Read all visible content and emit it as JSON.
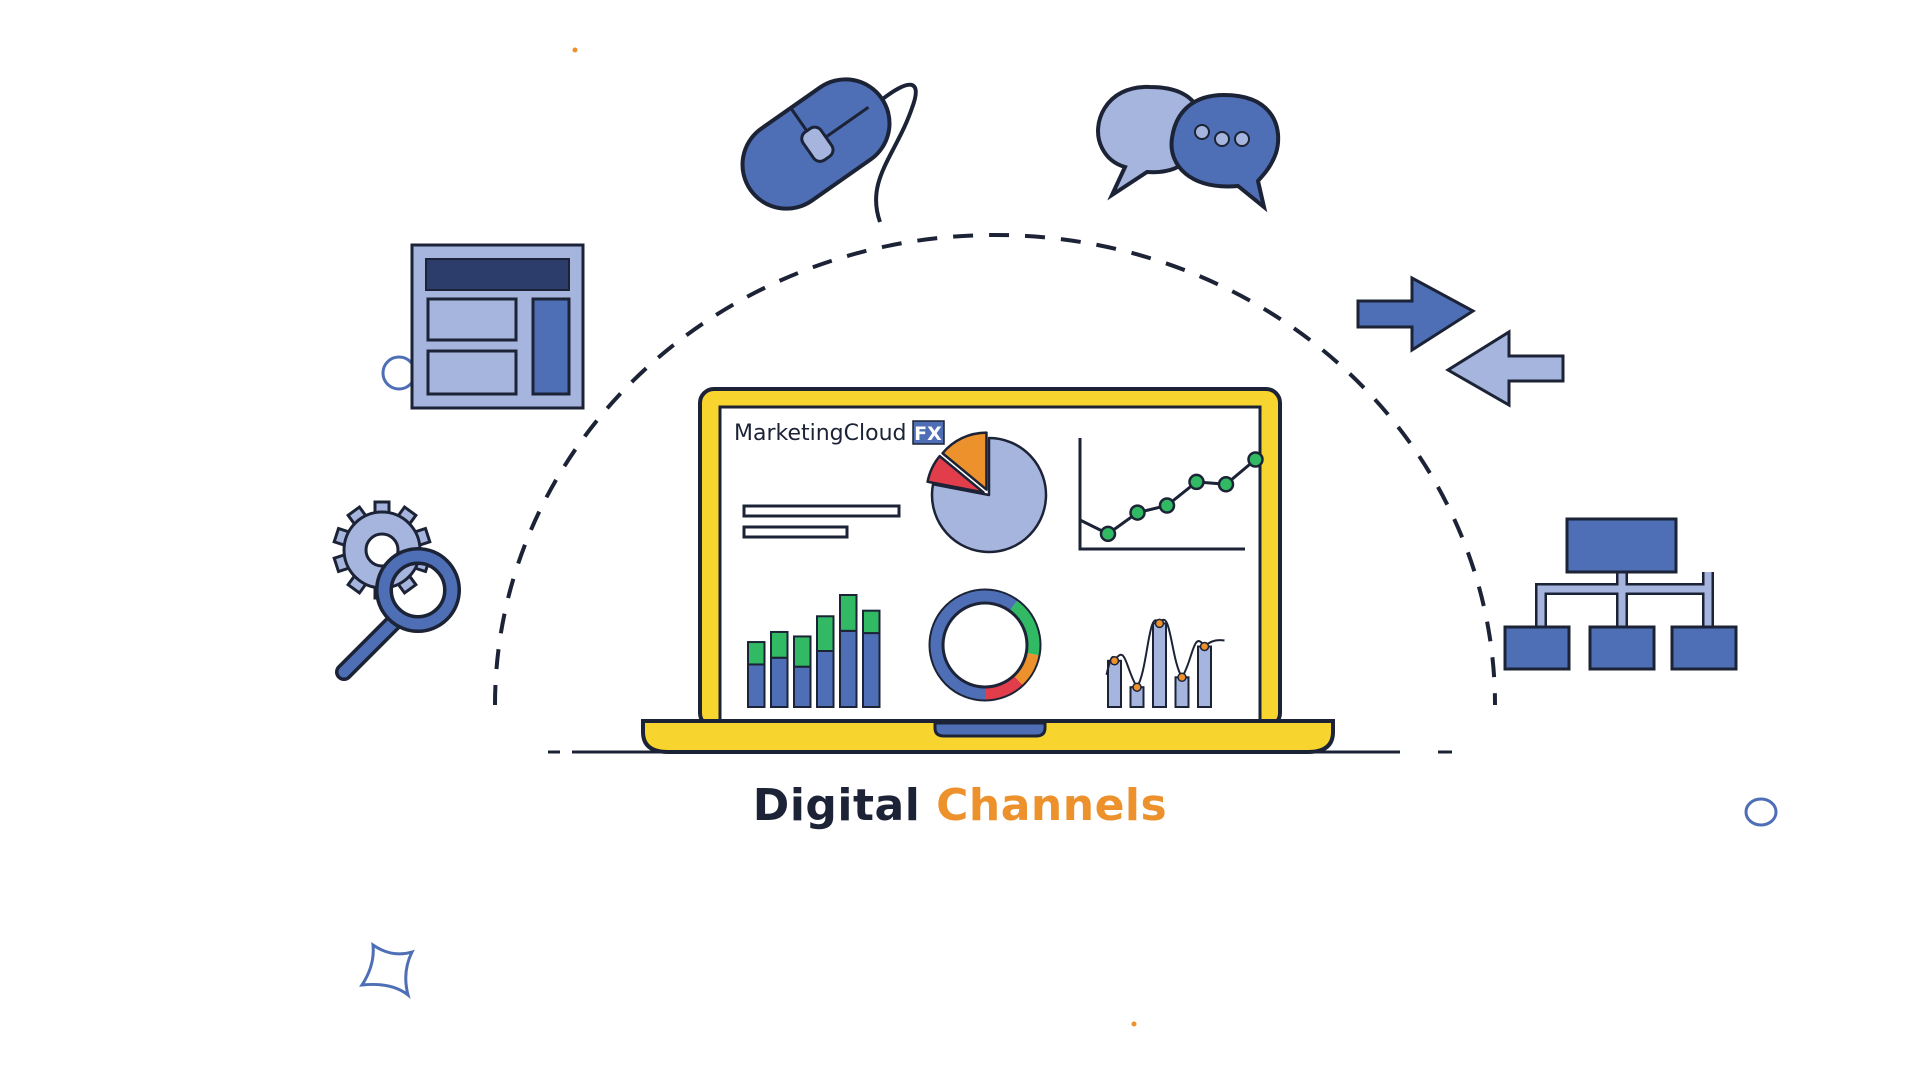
{
  "brand": {
    "name": "MarketingCloud",
    "badge": "FX"
  },
  "caption": {
    "word1": "Digital",
    "word2": "Channels"
  },
  "colors": {
    "navy": "#1c2336",
    "blue": "#4e6fb5",
    "light_blue": "#a6b5dd",
    "yellow": "#f8d52e",
    "orange": "#ec912b",
    "red": "#e23d4b",
    "green": "#31b964",
    "white": "#ffffff"
  },
  "icons": [
    "browser-window-icon",
    "computer-mouse-icon",
    "chat-bubbles-icon",
    "exchange-arrows-icon",
    "org-chart-icon",
    "gear-search-icon",
    "sparkle-star-icon"
  ],
  "dashboard": {
    "bar_chart": [
      {
        "base": 0.38,
        "top": 0.2
      },
      {
        "base": 0.44,
        "top": 0.23
      },
      {
        "base": 0.36,
        "top": 0.27
      },
      {
        "base": 0.5,
        "top": 0.31
      },
      {
        "base": 0.68,
        "top": 0.32
      },
      {
        "base": 0.66,
        "top": 0.2
      }
    ],
    "pie_chart": [
      {
        "color": "light_blue",
        "value": 0.78
      },
      {
        "color": "red",
        "value": 0.08
      },
      {
        "color": "orange",
        "value": 0.14
      }
    ],
    "donut_chart": [
      {
        "color": "blue",
        "value": 0.6
      },
      {
        "color": "green",
        "value": 0.18
      },
      {
        "color": "orange",
        "value": 0.1
      },
      {
        "color": "red",
        "value": 0.12
      }
    ],
    "line_chart": [
      0.12,
      0.3,
      0.36,
      0.56,
      0.54,
      0.75
    ],
    "column_chart": [
      0.42,
      0.18,
      0.76,
      0.27,
      0.55
    ]
  }
}
